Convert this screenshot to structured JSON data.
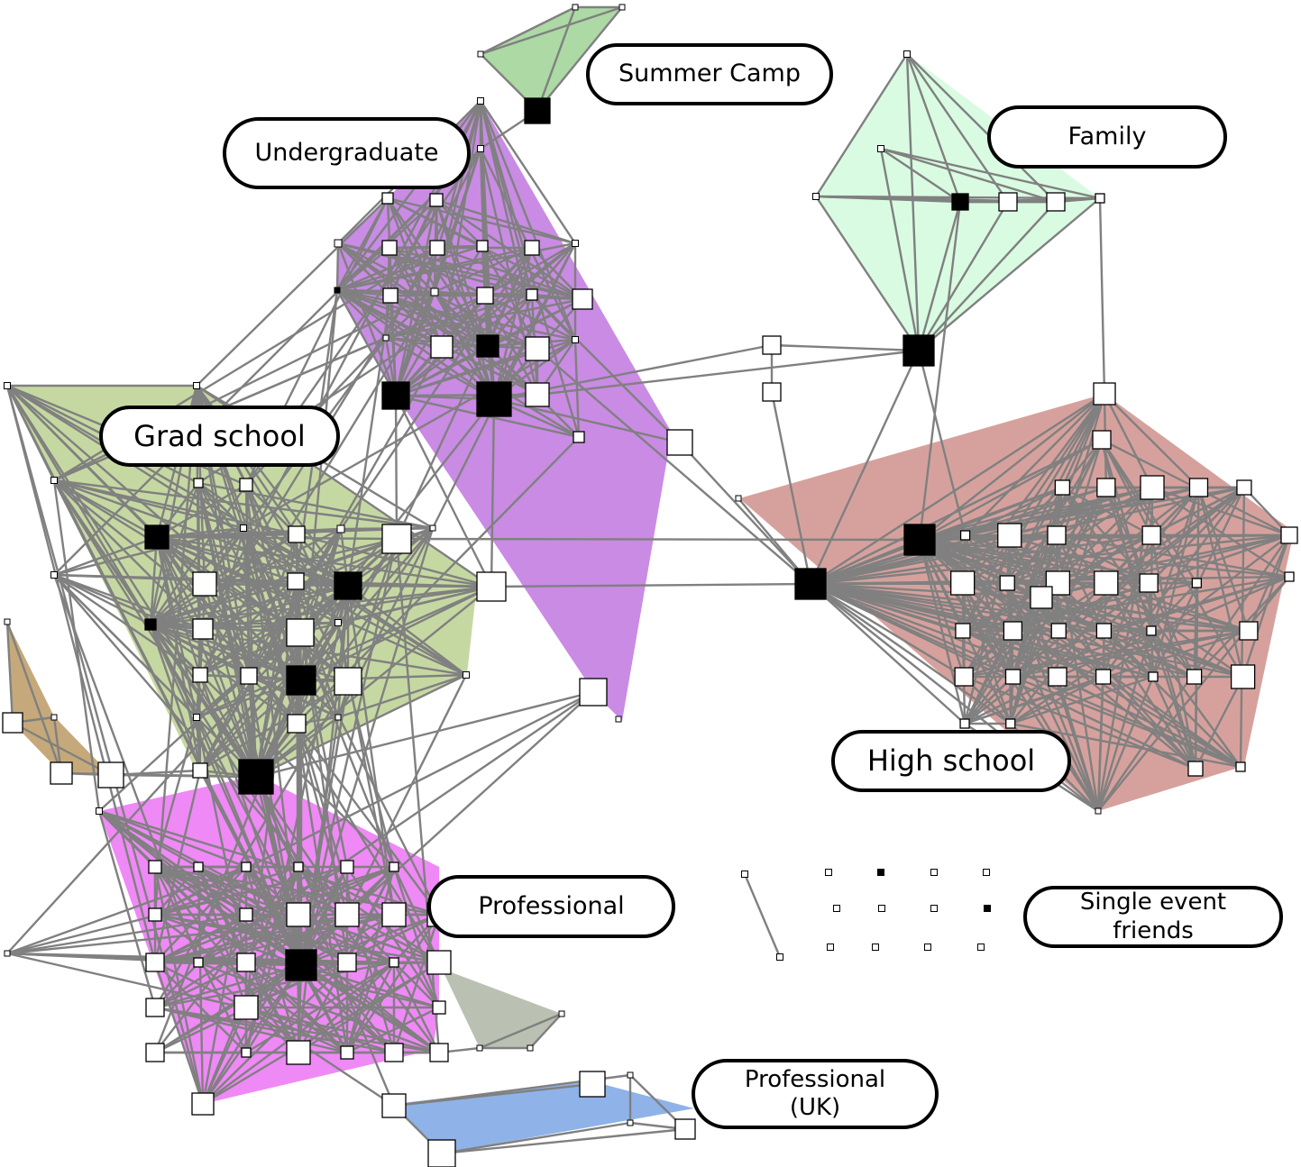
{
  "diagram": {
    "type": "social network clusters",
    "edge_color": "#808080",
    "node_colors": {
      "regular": "#ffffff",
      "highlighted": "#000000"
    },
    "clusters": [
      {
        "id": "summer",
        "label": "Summer Camp",
        "color": "#acd9a4"
      },
      {
        "id": "undergrad",
        "label": "Undergraduate",
        "color": "#c98be4"
      },
      {
        "id": "family",
        "label": "Family",
        "color": "#d9fbe2"
      },
      {
        "id": "grad",
        "label": "Grad school",
        "color": "#c6d8a2"
      },
      {
        "id": "highschool",
        "label": "High school",
        "color": "#d6a19d"
      },
      {
        "id": "professional",
        "label": "Professional",
        "color": "#ef89f6"
      },
      {
        "id": "single",
        "label": "Single event friends",
        "color": "#ffffff"
      },
      {
        "id": "profuk",
        "label": "Professional (UK)",
        "color": "#8fb3e8"
      },
      {
        "id": "brown",
        "label": "",
        "color": "#c6a97a"
      },
      {
        "id": "gray",
        "label": "",
        "color": "#bac1b2"
      }
    ]
  }
}
